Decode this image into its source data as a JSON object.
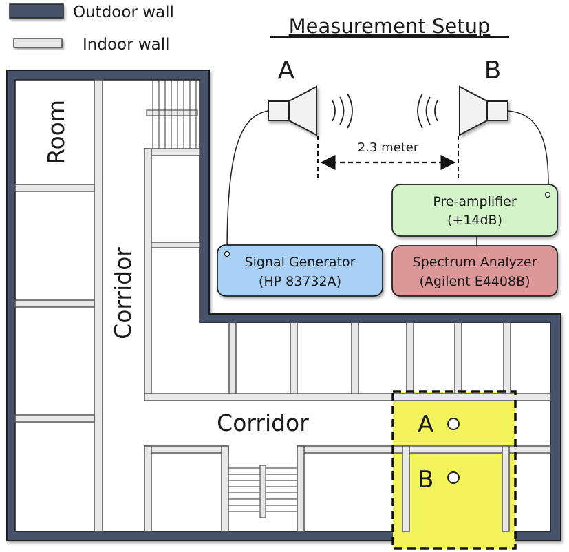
{
  "legend": {
    "outdoor_label": "Outdoor wall",
    "indoor_label": "Indoor wall",
    "outdoor_color": "#46536b",
    "indoor_color": "#e8e8e8"
  },
  "setup": {
    "title": "Measurement Setup",
    "antenna_a_label": "A",
    "antenna_b_label": "B",
    "distance_label": "2.3 meter",
    "signal_generator": {
      "line1": "Signal Generator",
      "line2": "(HP 83732A)",
      "color": "#a9d0f5"
    },
    "preamp": {
      "line1": "Pre-amplifier",
      "line2": "(+14dB)",
      "color": "#d3f5c9"
    },
    "spectrum_analyzer": {
      "line1": "Spectrum Analyzer",
      "line2": "(Agilent E4408B)",
      "color": "#dc9898"
    }
  },
  "floorplan": {
    "room_label": "Room",
    "corridor_vertical_label": "Corridor",
    "corridor_horizontal_label": "Corridor",
    "point_a_label": "A",
    "point_b_label": "B",
    "highlight_color": "#f2f25a"
  }
}
